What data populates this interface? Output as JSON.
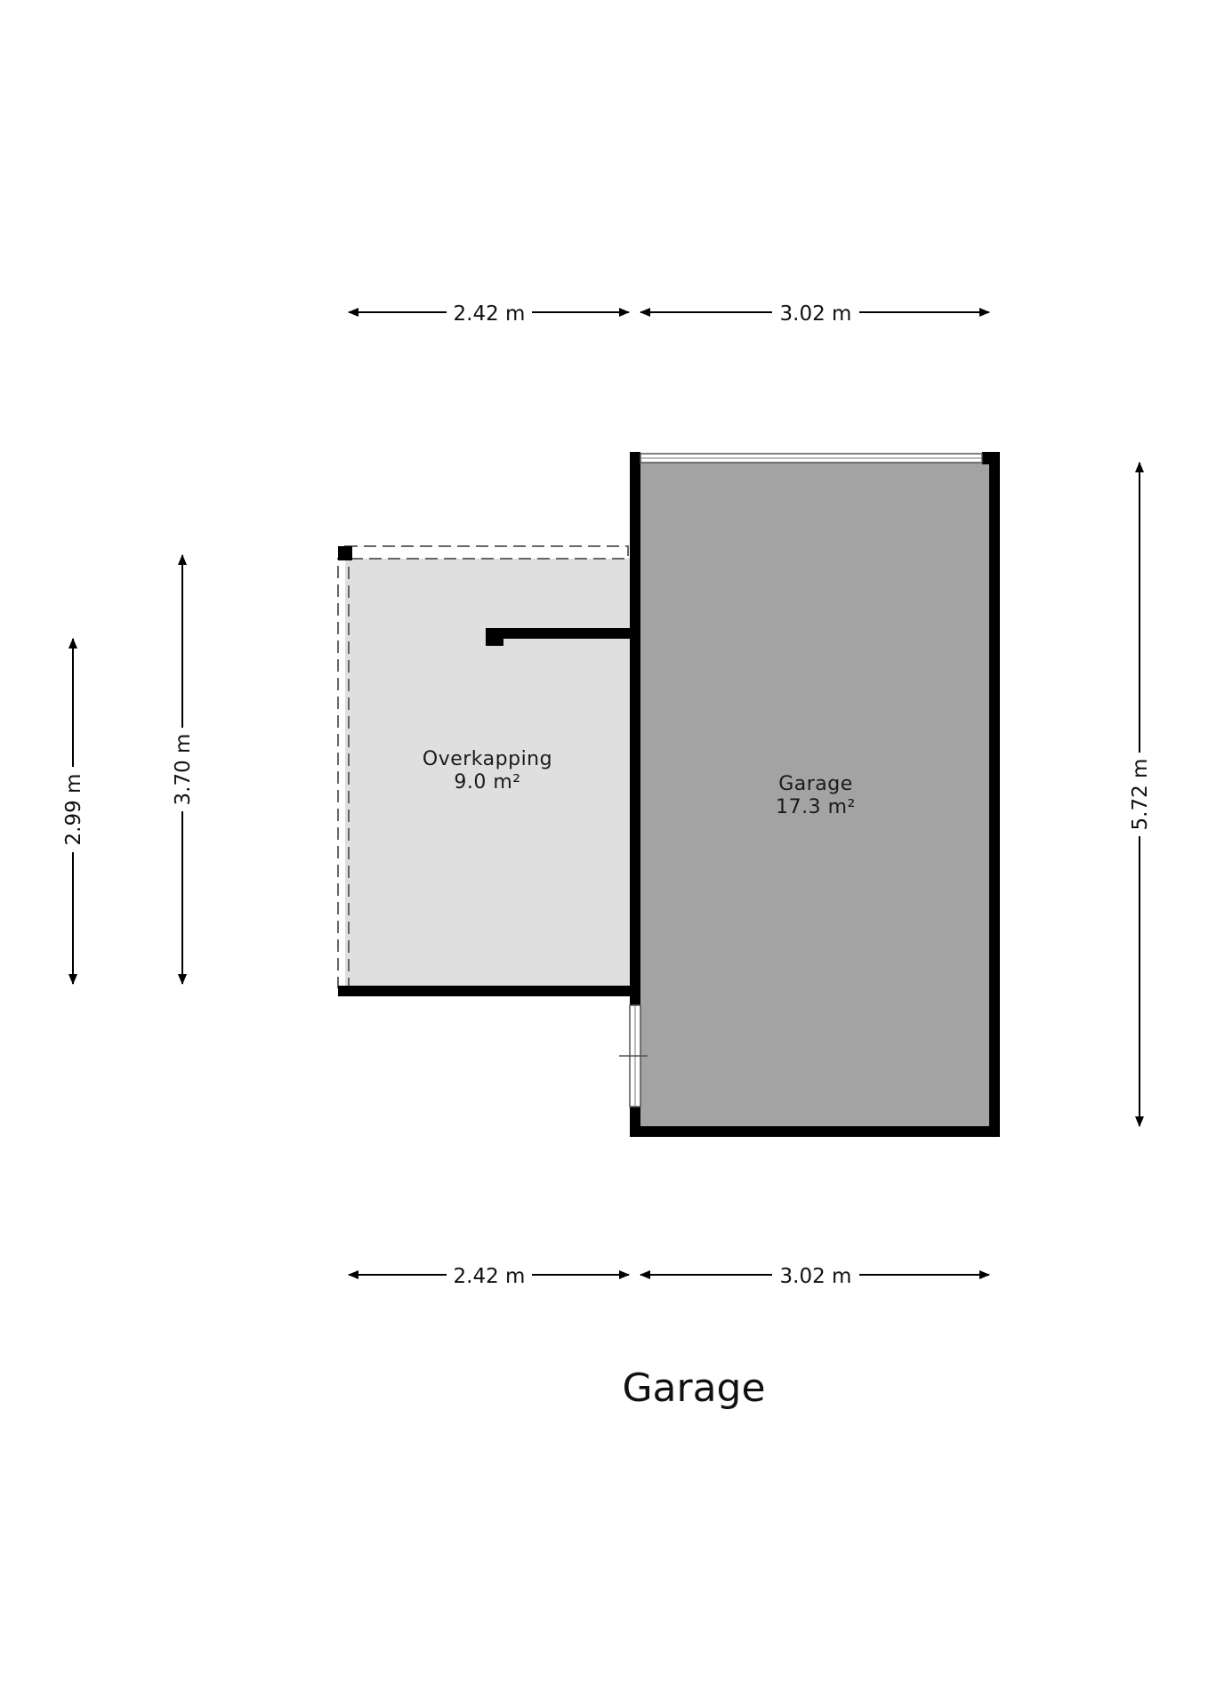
{
  "title": "Garage",
  "rooms": {
    "overkapping": {
      "name": "Overkapping",
      "area": "9.0 m²"
    },
    "garage": {
      "name": "Garage",
      "area": "17.3 m²"
    }
  },
  "dimensions": {
    "top_left": "2.42 m",
    "top_right": "3.02 m",
    "bottom_left": "2.42 m",
    "bottom_right": "3.02 m",
    "left_outer": "2.99 m",
    "left_inner": "3.70 m",
    "right": "5.72 m"
  },
  "colors": {
    "garage_fill": "#a3a3a3",
    "overkapping_fill": "#e0dfe0",
    "wall": "#000000"
  }
}
